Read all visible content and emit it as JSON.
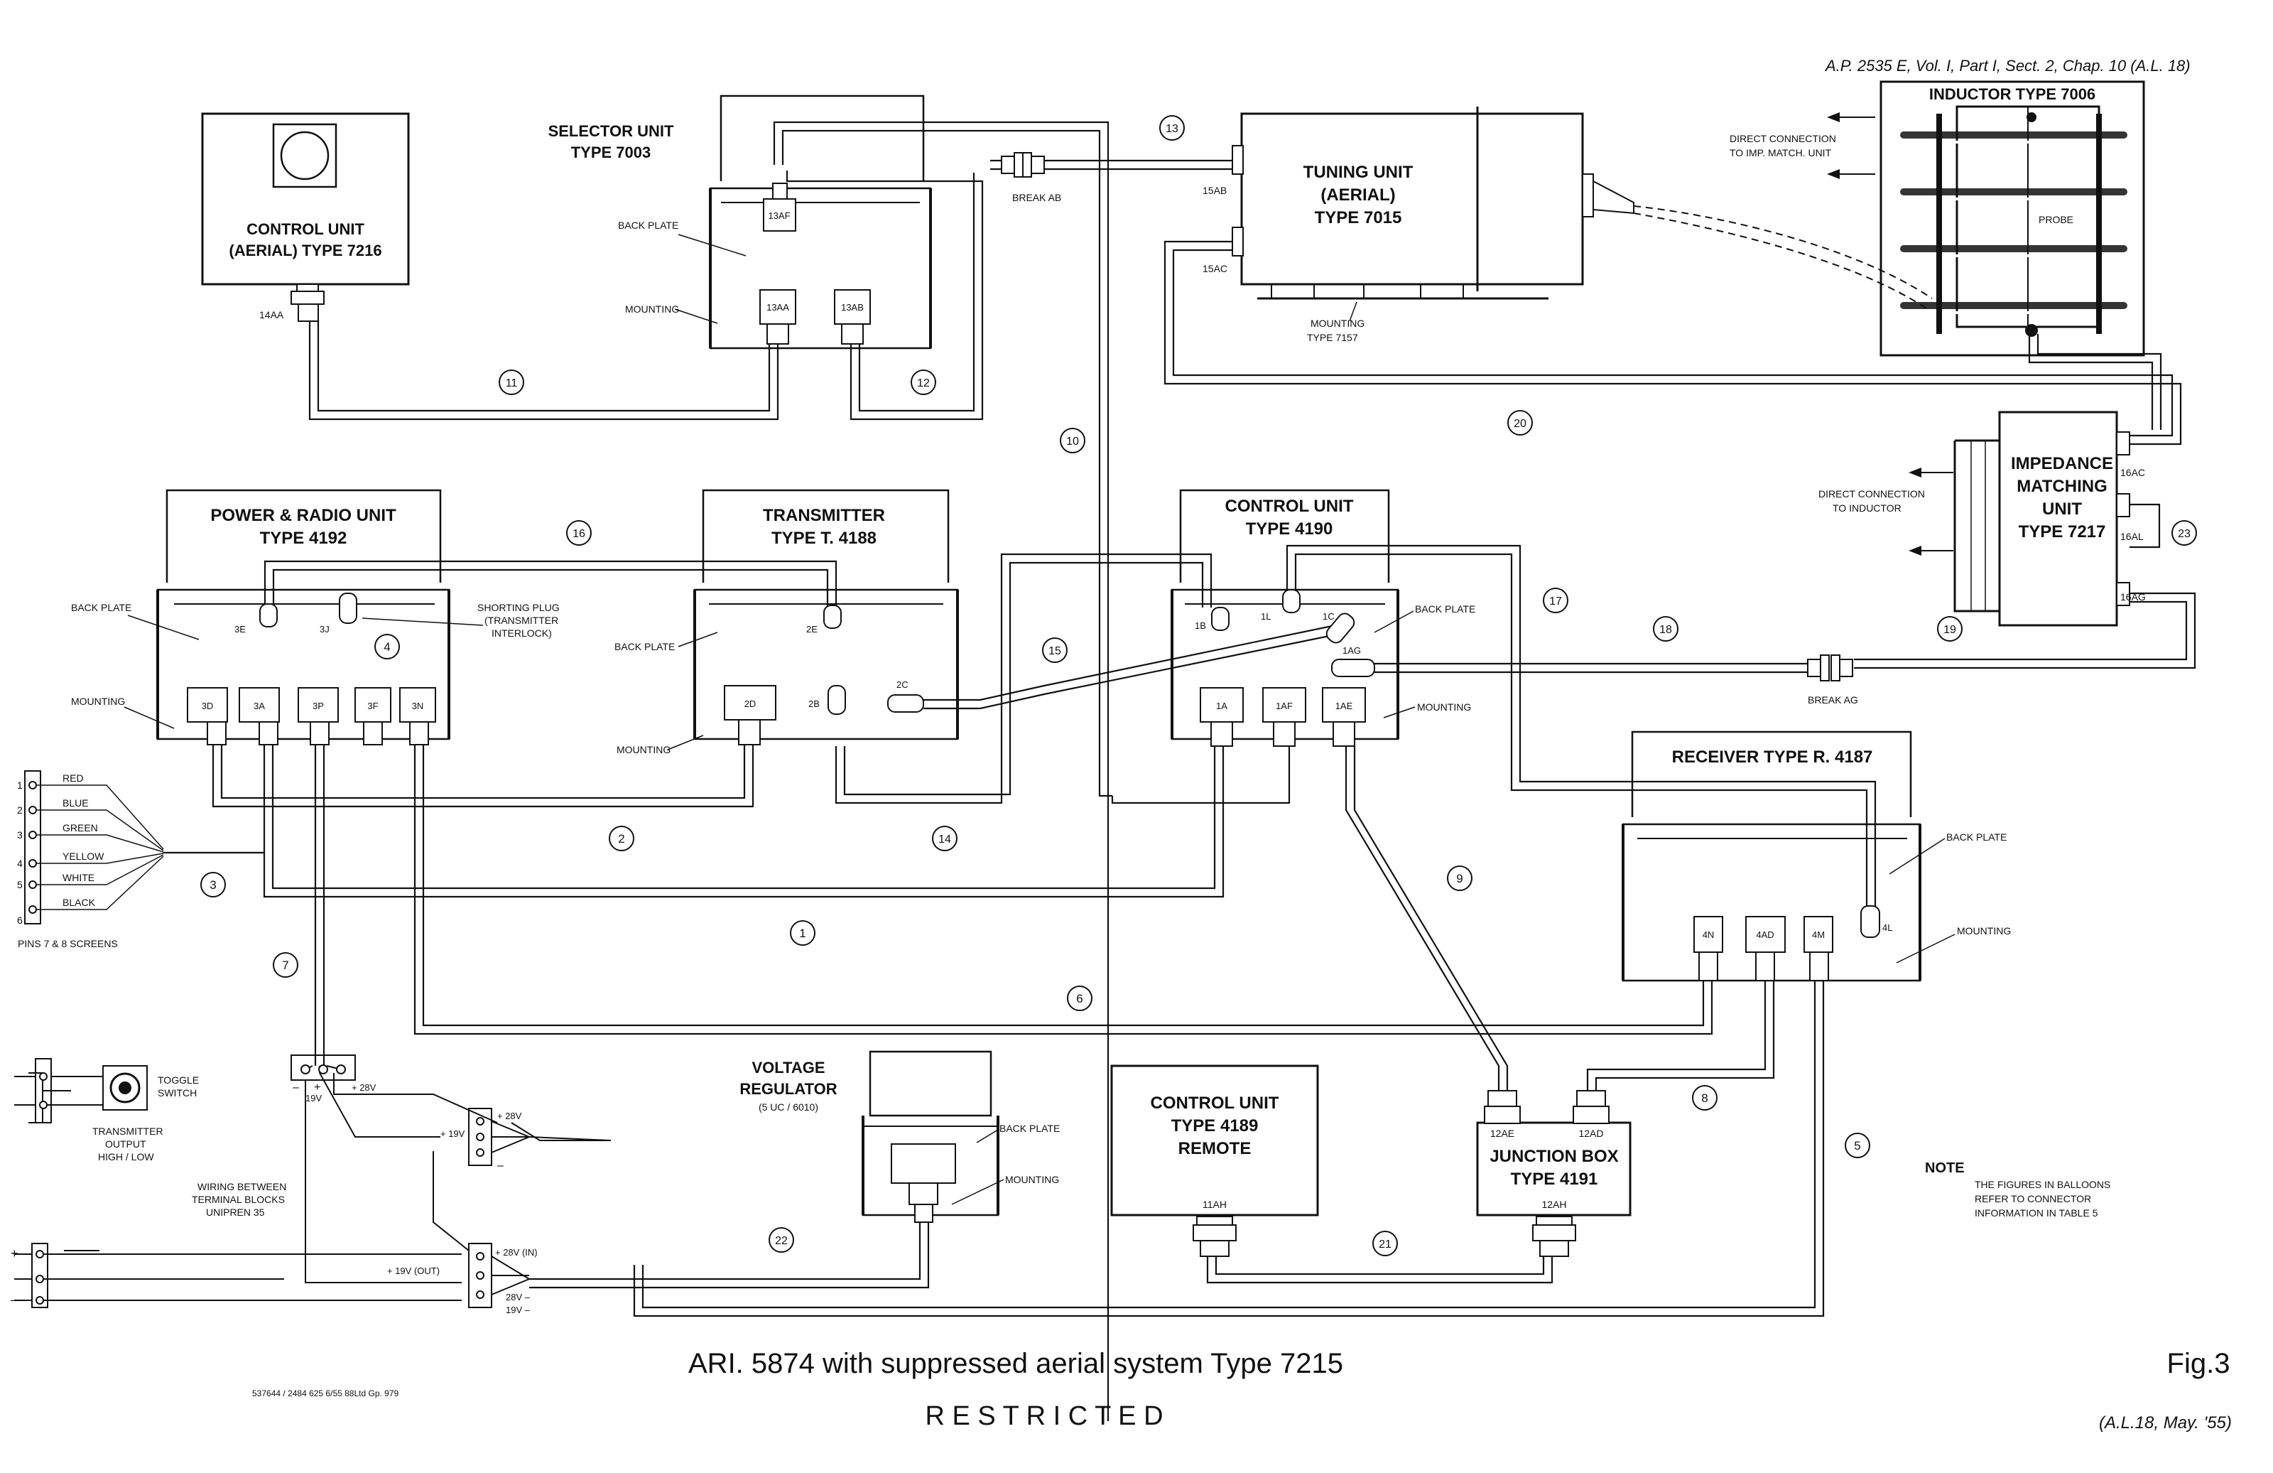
{
  "header": {
    "ref": "A.P. 2535 E, Vol. I, Part I, Sect. 2, Chap. 10 (A.L. 18)"
  },
  "units": {
    "control_unit_7216": {
      "line1": "CONTROL UNIT",
      "line2": "(AERIAL) TYPE 7216",
      "conn": "14AA"
    },
    "selector_unit": {
      "line1": "SELECTOR UNIT",
      "line2": "TYPE 7003",
      "back_plate": "BACK PLATE",
      "mounting": "MOUNTING",
      "c1": "13AF",
      "c2": "13AA",
      "c3": "13AB"
    },
    "tuning_unit": {
      "line1": "TUNING UNIT",
      "line2": "(AERIAL)",
      "line3": "TYPE 7015",
      "c1": "15AB",
      "c2": "15AC",
      "mounting_1": "MOUNTING",
      "mounting_2": "TYPE 7157"
    },
    "inductor": {
      "title": "INDUCTOR TYPE 7006",
      "probe": "PROBE",
      "direct_1": "DIRECT CONNECTION",
      "direct_2": "TO IMP. MATCH. UNIT"
    },
    "impedance": {
      "line1": "IMPEDANCE",
      "line2": "MATCHING",
      "line3": "UNIT",
      "line4": "TYPE 7217",
      "c1": "16AC",
      "c2": "16AL",
      "c3": "16AG",
      "direct_1": "DIRECT CONNECTION",
      "direct_2": "TO INDUCTOR"
    },
    "power_radio": {
      "line1": "POWER & RADIO UNIT",
      "line2": "TYPE 4192",
      "back_plate": "BACK PLATE",
      "mounting": "MOUNTING",
      "c_3e": "3E",
      "c_3j": "3J",
      "conns": [
        "3D",
        "3A",
        "3P",
        "3F",
        "3N"
      ],
      "shorting_1": "SHORTING PLUG",
      "shorting_2": "(TRANSMITTER",
      "shorting_3": "INTERLOCK)"
    },
    "transmitter": {
      "line1": "TRANSMITTER",
      "line2": "TYPE T. 4188",
      "back_plate": "BACK PLATE",
      "mounting": "MOUNTING",
      "c_2e": "2E",
      "c_2d": "2D",
      "c_2b": "2B",
      "c_2c": "2C"
    },
    "control_4190": {
      "line1": "CONTROL UNIT",
      "line2": "TYPE 4190",
      "back_plate": "BACK PLATE",
      "mounting": "MOUNTING",
      "c_1b": "1B",
      "c_1l": "1L",
      "c_1c": "1C",
      "c_1ag": "1AG",
      "conns": [
        "1A",
        "1AF",
        "1AE"
      ]
    },
    "receiver": {
      "title": "RECEIVER TYPE R. 4187",
      "back_plate": "BACK PLATE",
      "mounting": "MOUNTING",
      "c_4l": "4L",
      "conns": [
        "4N",
        "4AD",
        "4M"
      ]
    },
    "voltage_reg": {
      "line1": "VOLTAGE",
      "line2": "REGULATOR",
      "line3": "(5 UC / 6010)",
      "back_plate": "BACK PLATE",
      "mounting": "MOUNTING"
    },
    "control_4189": {
      "line1": "CONTROL UNIT",
      "line2": "TYPE 4189",
      "line3": "REMOTE",
      "conn": "11AH"
    },
    "junction_box": {
      "line1": "JUNCTION BOX",
      "line2": "TYPE 4191",
      "c1": "12AE",
      "c2": "12AD",
      "c3": "12AH"
    }
  },
  "breaks": {
    "ab": "BREAK AB",
    "ag": "BREAK AG"
  },
  "cable_numbers": [
    "1",
    "2",
    "3",
    "4",
    "5",
    "6",
    "7",
    "8",
    "9",
    "10",
    "11",
    "12",
    "13",
    "14",
    "15",
    "16",
    "17",
    "18",
    "19",
    "20",
    "21",
    "22",
    "23"
  ],
  "pins": {
    "colors": [
      "RED",
      "BLUE",
      "GREEN",
      "YELLOW",
      "WHITE",
      "BLACK"
    ],
    "numbers": [
      "1",
      "2",
      "3",
      "4",
      "5",
      "6"
    ],
    "screens": "PINS 7 & 8 SCREENS"
  },
  "terminals": {
    "minus": "–",
    "plus": "+",
    "v19": "19V",
    "v28": "+ 28V",
    "p19": "+ 19V",
    "p28v": "+ 28V",
    "p28in": "+ 28V (IN)",
    "p19out": "+ 19V (OUT)",
    "m28": "28V –",
    "m19": "19V –"
  },
  "toggle": {
    "switch_1": "TOGGLE",
    "switch_2": "SWITCH",
    "out_1": "TRANSMITTER",
    "out_2": "OUTPUT",
    "out_3": "HIGH / LOW"
  },
  "wiring_note": {
    "l1": "WIRING BETWEEN",
    "l2": "TERMINAL BLOCKS",
    "l3": "UNIPREN 35"
  },
  "note": {
    "title": "NOTE",
    "l1": "THE FIGURES IN BALLOONS",
    "l2": "REFER TO CONNECTOR",
    "l3": "INFORMATION IN TABLE 5"
  },
  "footer": {
    "title": "ARI. 5874 with suppressed aerial system Type 7215",
    "fig": "Fig.3",
    "restricted": "R E S T R I C T E D",
    "print_code": "537644 / 2484 625 6/55 88Ltd Gp. 979",
    "amendment": "(A.L.18, May. '55)"
  }
}
